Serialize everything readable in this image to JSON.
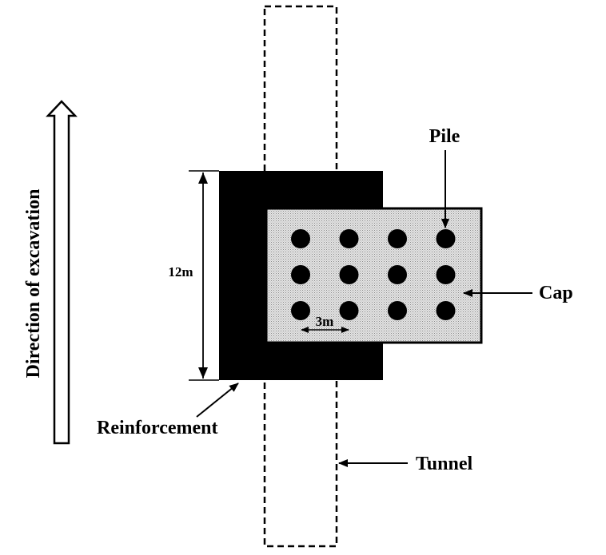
{
  "labels": {
    "direction": "Direction of excavation",
    "pile": "Pile",
    "cap": "Cap",
    "reinforcement": "Reinforcement",
    "tunnel": "Tunnel",
    "height_dim": "12m",
    "spacing_dim": "3m"
  },
  "piles": {
    "rows": 3,
    "cols": 4
  },
  "colors": {
    "ink": "#000000",
    "cap_fill": "#d6d6d6",
    "background": "#ffffff"
  }
}
